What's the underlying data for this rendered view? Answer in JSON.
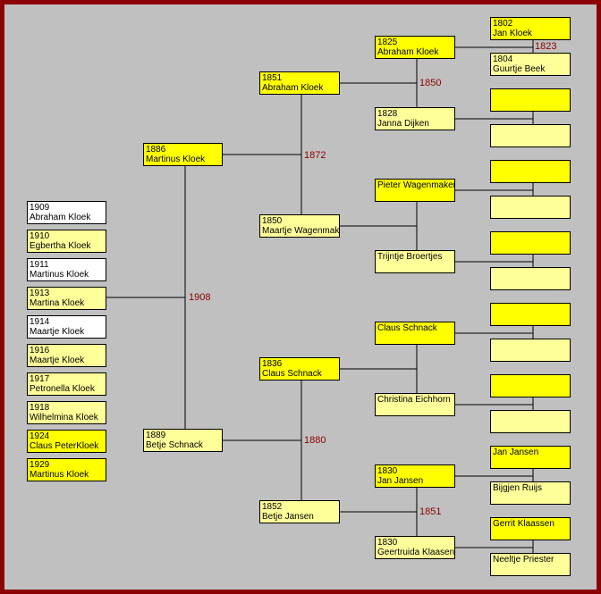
{
  "persons": {
    "martinus_1886": {
      "year": "1886",
      "name": "Martinus Kloek"
    },
    "betje_1889": {
      "year": "1889",
      "name": "Betje Schnack"
    },
    "abraham_1851": {
      "year": "1851",
      "name": "Abraham Kloek"
    },
    "maartje_1850": {
      "year": "1850",
      "name": "Maartje Wagenmaker"
    },
    "claus_1836": {
      "year": "1836",
      "name": "Claus Schnack"
    },
    "betje_1852": {
      "year": "1852",
      "name": "Betje Jansen"
    },
    "abraham_1825": {
      "year": "1825",
      "name": "Abraham Kloek"
    },
    "janna_1828": {
      "year": "1828",
      "name": "Janna Dijken"
    },
    "pieter": {
      "year": "",
      "name": "Pieter Wagenmaker"
    },
    "trijntje": {
      "year": "",
      "name": "Trijntje Broertjes"
    },
    "claus_sr": {
      "year": "",
      "name": "Claus Schnack"
    },
    "christina": {
      "year": "",
      "name": "Christina Eichhorn"
    },
    "jan_1830": {
      "year": "1830",
      "name": "Jan Jansen"
    },
    "geertruida_1830": {
      "year": "1830",
      "name": "Geertruida Klaasen"
    },
    "jan_1802": {
      "year": "1802",
      "name": "Jan Kloek"
    },
    "guurtje_1804": {
      "year": "1804",
      "name": "Guurtje Beek"
    },
    "jan_jansen_sr": {
      "year": "",
      "name": "Jan Jansen"
    },
    "bijgjen": {
      "year": "",
      "name": "Bijgjen Ruijs"
    },
    "gerrit": {
      "year": "",
      "name": "Gerrit Klaassen"
    },
    "neeltje": {
      "year": "",
      "name": "Neeltje Priester"
    }
  },
  "children": [
    {
      "year": "1909",
      "name": "Abraham Kloek"
    },
    {
      "year": "1910",
      "name": "Egbertha Kloek"
    },
    {
      "year": "1911",
      "name": "Martinus Kloek"
    },
    {
      "year": "1913",
      "name": "Martina Kloek"
    },
    {
      "year": "1914",
      "name": "Maartje Kloek"
    },
    {
      "year": "1916",
      "name": "Maartje Kloek"
    },
    {
      "year": "1917",
      "name": "Petronella Kloek"
    },
    {
      "year": "1918",
      "name": "Wilhelmina Kloek"
    },
    {
      "year": "1924",
      "name": "Claus PeterKloek"
    },
    {
      "year": "1929",
      "name": "Martinus Kloek"
    }
  ],
  "marriages": {
    "m1908": "1908",
    "m1872": "1872",
    "m1880": "1880",
    "m1850": "1850",
    "m1851": "1851",
    "m1823": "1823"
  },
  "colors": {
    "frame": "#8b0000",
    "background": "#c0c0c0",
    "yellow": "#ffff00",
    "light_yellow": "#ffff99",
    "white": "#ffffff"
  }
}
